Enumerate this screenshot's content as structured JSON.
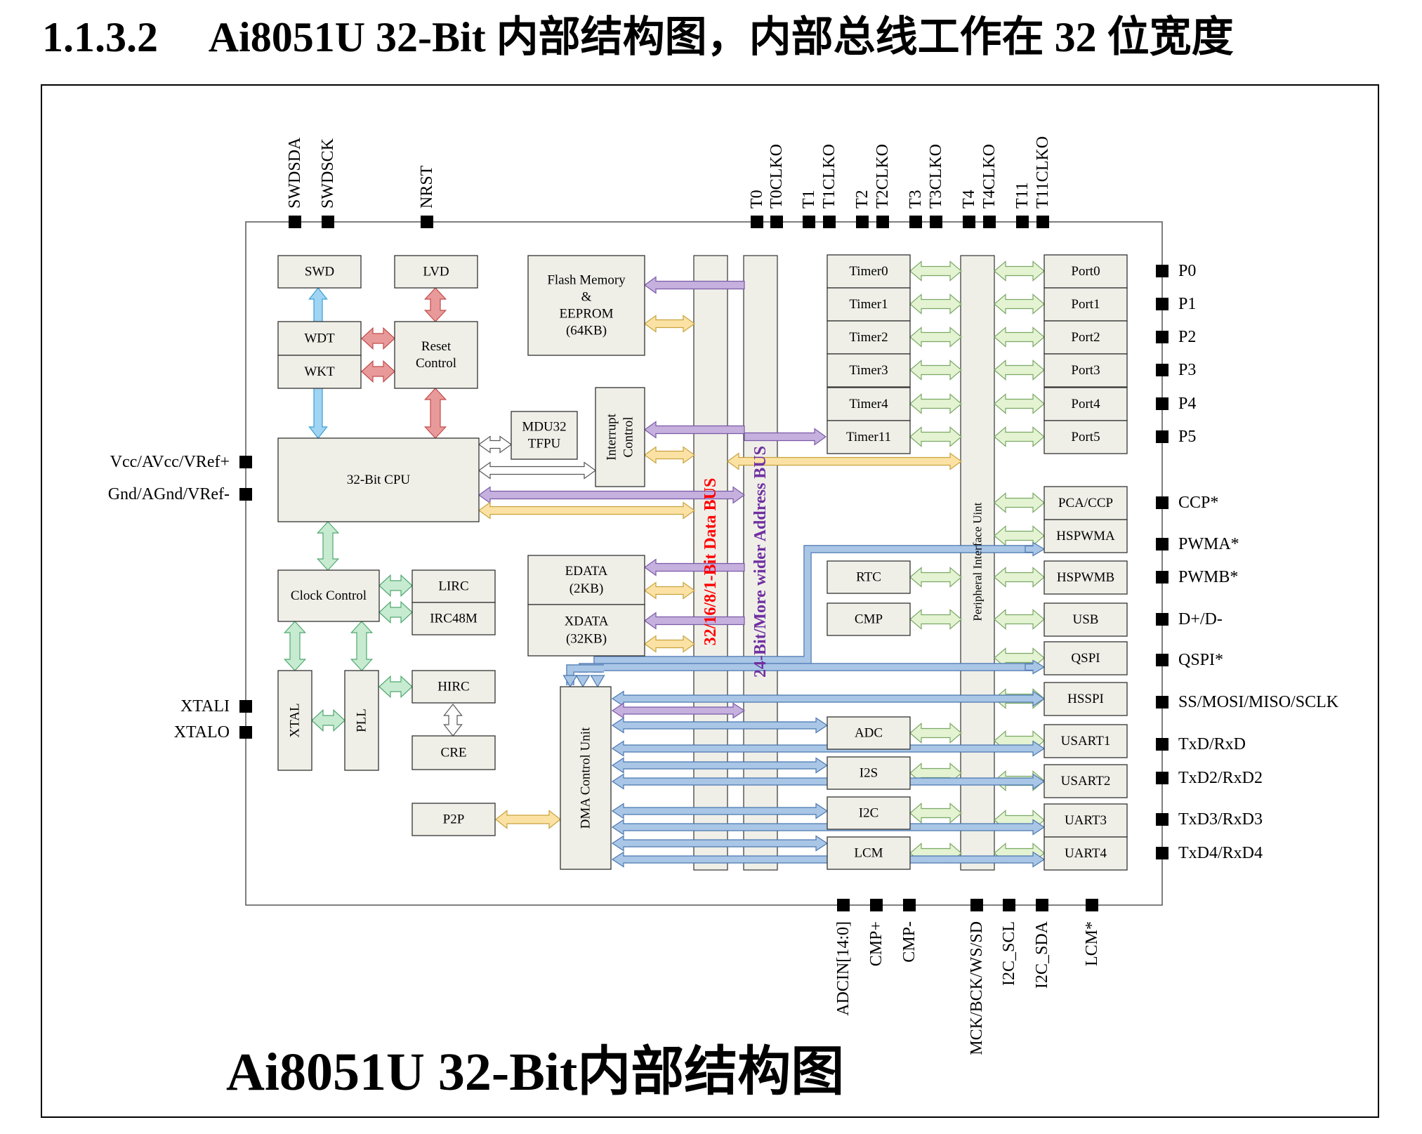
{
  "heading": {
    "number": "1.1.3.2",
    "text": "Ai8051U 32-Bit 内部结构图，内部总线工作在 32 位宽度"
  },
  "diagram_title": "Ai8051U 32-Bit内部结构图",
  "blocks": {
    "swd": "SWD",
    "lvd": "LVD",
    "wdt": "WDT",
    "wkt": "WKT",
    "reset_l1": "Reset",
    "reset_l2": "Control",
    "cpu": "32-Bit CPU",
    "mdu_l1": "MDU32",
    "mdu_l2": "TFPU",
    "int_l1": "Interrupt",
    "int_l2": "Control",
    "flash_l1": "Flash Memory",
    "flash_l2": "&",
    "flash_l3": "EEPROM",
    "flash_l4": "(64KB)",
    "edata_l1": "EDATA",
    "edata_l2": "(2KB)",
    "xdata_l1": "XDATA",
    "xdata_l2": "(32KB)",
    "clock": "Clock Control",
    "lirc": "LIRC",
    "irc48m": "IRC48M",
    "hirc": "HIRC",
    "cre": "CRE",
    "xtal": "XTAL",
    "pll": "PLL",
    "p2p": "P2P",
    "dma": "DMA Control Unit",
    "piu": "Peripheral Interface Uint",
    "data_bus": "32/16/8/1-Bit Data BUS",
    "addr_bus": "24-Bit/More wider Address BUS",
    "timers": [
      "Timer0",
      "Timer1",
      "Timer2",
      "Timer3",
      "Timer4",
      "Timer11"
    ],
    "ports": [
      "Port0",
      "Port1",
      "Port2",
      "Port3",
      "Port4",
      "Port5"
    ],
    "rtc": "RTC",
    "cmp": "CMP",
    "adc": "ADC",
    "i2s": "I2S",
    "i2c": "I2C",
    "lcm": "LCM",
    "pca": "PCA/CCP",
    "hspwma": "HSPWMA",
    "hspwmb": "HSPWMB",
    "usb": "USB",
    "qspi": "QSPI",
    "hsspi": "HSSPI",
    "usart1": "USART1",
    "usart2": "USART2",
    "uart3": "UART3",
    "uart4": "UART4"
  },
  "pins": {
    "top": [
      "SWDSDA",
      "SWDSCK",
      "NRST",
      "T0",
      "T0CLKO",
      "T1",
      "T1CLKO",
      "T2",
      "T2CLKO",
      "T3",
      "T3CLKO",
      "T4",
      "T4CLKO",
      "T11",
      "T11CLKO"
    ],
    "left": [
      "Vcc/AVcc/VRef+",
      "Gnd/AGnd/VRef-",
      "XTALI",
      "XTALO"
    ],
    "right": [
      "P0",
      "P1",
      "P2",
      "P3",
      "P4",
      "P5",
      "CCP*",
      "PWMA*",
      "PWMB*",
      "D+/D-",
      "QSPI*",
      "SS/MOSI/MISO/SCLK",
      "TxD/RxD",
      "TxD2/RxD2",
      "TxD3/RxD3",
      "TxD4/RxD4"
    ],
    "bottom": [
      "ADCIN[14:0]",
      "CMP+",
      "CMP-",
      "MCK/BCK/WS/SD",
      "I2C_SCL",
      "I2C_SDA",
      "LCM*"
    ]
  },
  "colors": {
    "box_fill": "#efefe8",
    "stroke": "#333333",
    "green": "#c7ebd0",
    "green_dark": "#4fa870",
    "light_green": "#e4f3d2",
    "light_green_stroke": "#7aa865",
    "red": "#e89a9a",
    "red_dark": "#c44a4a",
    "blue": "#9fd4f2",
    "blue_dark": "#3a9fd6",
    "purple": "#c5b0de",
    "yellow": "#fbe2a4",
    "steel": "#a9c6e6",
    "data_bus_text": "#ff0000",
    "addr_bus_text": "#7030a0"
  }
}
